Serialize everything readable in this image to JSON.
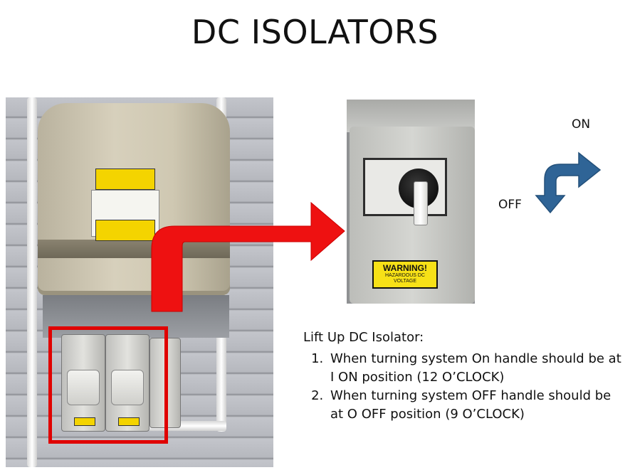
{
  "title": "DC ISOLATORS",
  "switch_labels": {
    "on": "ON",
    "off": "OFF"
  },
  "warning_sign": {
    "heading": "WARNING!",
    "line1": "HAZARDOUS DC",
    "line2": "VOLTAGE"
  },
  "instructions": {
    "heading": "Lift Up DC Isolator:",
    "steps": [
      "When turning system On handle should be at I ON position (12 O’CLOCK)",
      "When turning system OFF handle should be at O OFF position (9 O’CLOCK)"
    ]
  },
  "colors": {
    "highlight_red": "#e00000",
    "arrow_blue": "#2f6496",
    "warning_yellow": "#f7e117"
  }
}
